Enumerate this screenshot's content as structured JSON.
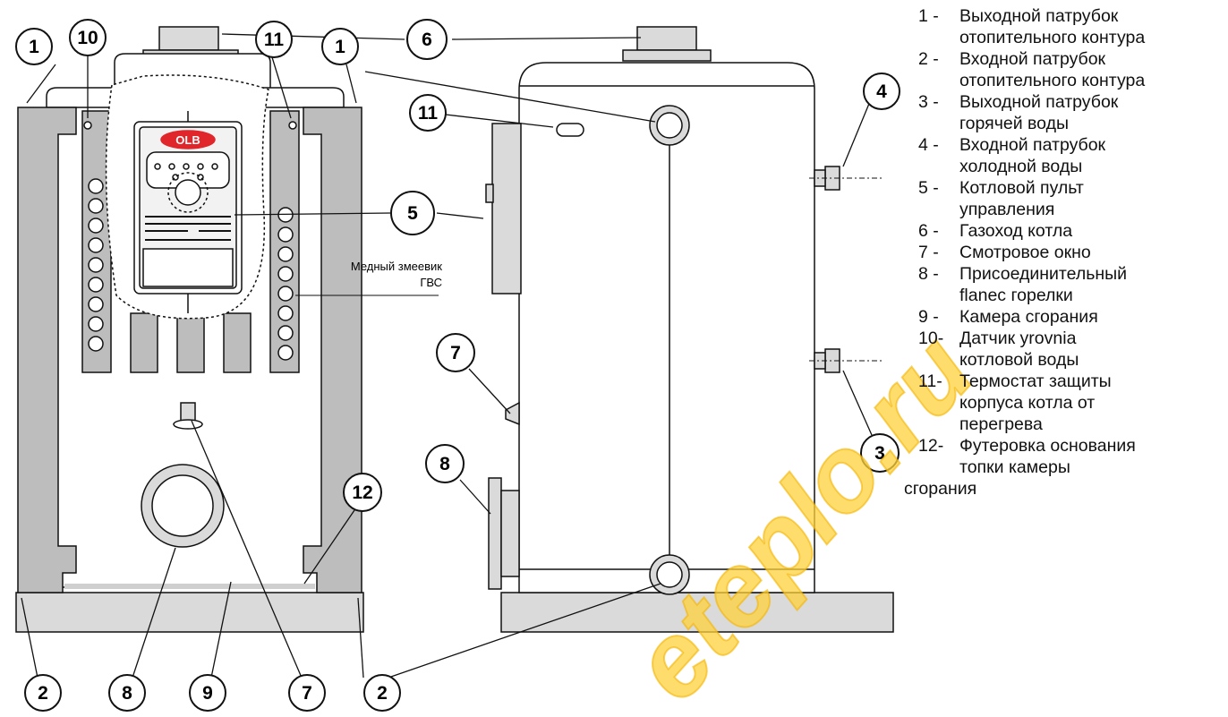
{
  "diagram": {
    "brand_label": "OLB",
    "coil_label_line1": "Медный змеевик",
    "coil_label_line2": "ГВС",
    "callouts": [
      "1",
      "10",
      "11",
      "1",
      "6",
      "4",
      "11",
      "5",
      "7",
      "8",
      "3",
      "2",
      "8",
      "9",
      "7",
      "2",
      "12"
    ],
    "watermark": "eteplo.ru"
  },
  "legend": {
    "items": [
      {
        "num": "1 -",
        "lines": [
          "Выходной патрубок",
          "отопительного контура"
        ]
      },
      {
        "num": "2 -",
        "lines": [
          "Входной патрубок",
          "отопительного контура"
        ]
      },
      {
        "num": "3 -",
        "lines": [
          "Выходной патрубок",
          "горячей воды"
        ]
      },
      {
        "num": "4 -",
        "lines": [
          "Входной патрубок",
          "холодной воды"
        ]
      },
      {
        "num": "5 -",
        "lines": [
          "Котловой пульт",
          "управления"
        ]
      },
      {
        "num": "6 -",
        "lines": [
          "Газоход котла"
        ]
      },
      {
        "num": "7 -",
        "lines": [
          "Смотровое окно"
        ]
      },
      {
        "num": "8 -",
        "lines": [
          "Присоединительный",
          "flanec горелки"
        ]
      },
      {
        "num": "9 -",
        "lines": [
          "Камера сгорания"
        ]
      },
      {
        "num": "10-",
        "lines": [
          "Датчик yrovnia",
          "котловой воды"
        ]
      },
      {
        "num": "11-",
        "lines": [
          "Термостат защиты",
          "корпуса котла от",
          "перегрева"
        ]
      },
      {
        "num": "12-",
        "lines": [
          "Футеровка основания",
          "топки камеры"
        ]
      }
    ],
    "tail": "сгорания"
  }
}
